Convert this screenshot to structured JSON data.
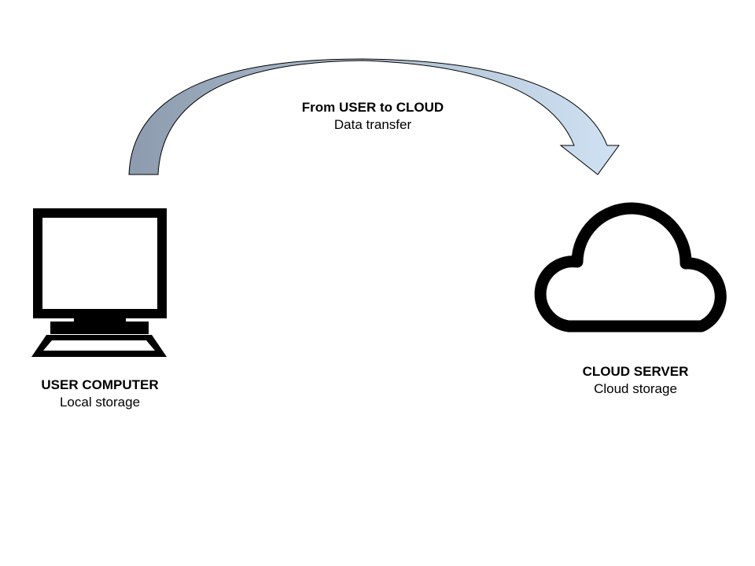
{
  "arrow": {
    "title": "From USER to CLOUD",
    "subtitle": "Data transfer",
    "gradient_start": "#8d9bae",
    "gradient_end": "#cfe2f3"
  },
  "computer": {
    "title": "USER COMPUTER",
    "subtitle": "Local storage",
    "icon": "desktop-computer-icon"
  },
  "cloud": {
    "title": "CLOUD SERVER",
    "subtitle": "Cloud storage",
    "icon": "cloud-icon"
  }
}
